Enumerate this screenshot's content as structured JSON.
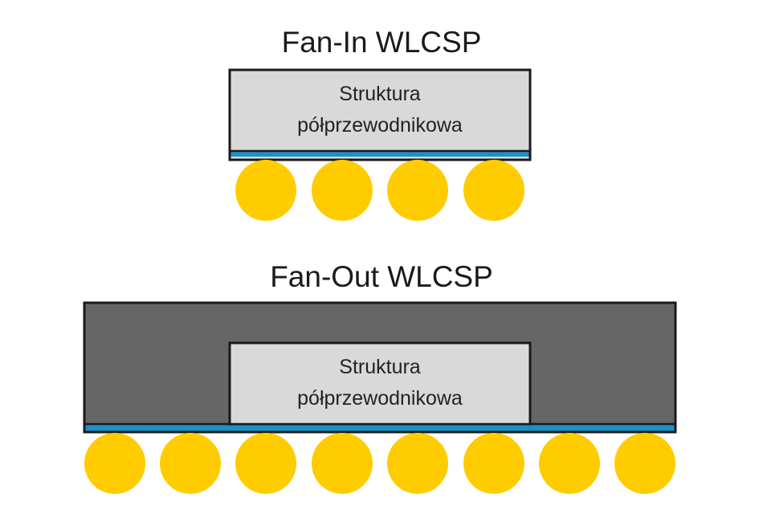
{
  "fan_in": {
    "title": "Fan-In WLCSP",
    "die_label_line1": "Struktura",
    "die_label_line2": "półprzewodnikowa",
    "solder_ball_count": 4
  },
  "fan_out": {
    "title": "Fan-Out WLCSP",
    "die_label_line1": "Struktura",
    "die_label_line2": "półprzewodnikowa",
    "solder_ball_count": 8
  },
  "colors": {
    "die_fill": "#d9d9d9",
    "mold_fill": "#666666",
    "outline": "#1a1a1a",
    "redistribution_layer": "#1e90c8",
    "solder_ball": "#ffcc00"
  }
}
